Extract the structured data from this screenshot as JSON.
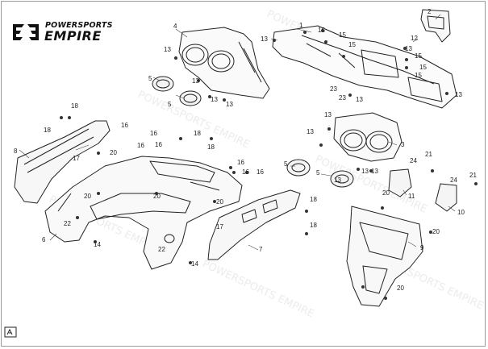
{
  "brand": {
    "top": "POWERSPORTS",
    "main": "EMPIRE"
  },
  "watermark": "POWERSPORTS EMPIRE",
  "callouts": [
    {
      "id": "c1",
      "text": "1"
    },
    {
      "id": "c2",
      "text": "2"
    },
    {
      "id": "c3",
      "text": "3"
    },
    {
      "id": "c4",
      "text": "4"
    },
    {
      "id": "c5a",
      "text": "5"
    },
    {
      "id": "c5b",
      "text": "5"
    },
    {
      "id": "c5c",
      "text": "5"
    },
    {
      "id": "c5d",
      "text": "5"
    },
    {
      "id": "c6",
      "text": "6"
    },
    {
      "id": "c7",
      "text": "7"
    },
    {
      "id": "c8",
      "text": "8"
    },
    {
      "id": "c9",
      "text": "9"
    },
    {
      "id": "c10",
      "text": "10"
    },
    {
      "id": "c11",
      "text": "11"
    },
    {
      "id": "c12",
      "text": "12"
    },
    {
      "id": "c13a",
      "text": "13"
    },
    {
      "id": "c13b",
      "text": "13"
    },
    {
      "id": "c13c",
      "text": "13"
    },
    {
      "id": "c13d",
      "text": "13"
    },
    {
      "id": "c13e",
      "text": "13"
    },
    {
      "id": "c13f",
      "text": "13"
    },
    {
      "id": "c13g",
      "text": "13"
    },
    {
      "id": "c13h",
      "text": "13"
    },
    {
      "id": "c13i",
      "text": "13"
    },
    {
      "id": "c13j",
      "text": "13"
    },
    {
      "id": "c13k",
      "text": "13"
    },
    {
      "id": "c13l",
      "text": "13"
    },
    {
      "id": "c13m",
      "text": "13"
    },
    {
      "id": "c14a",
      "text": "14"
    },
    {
      "id": "c14b",
      "text": "14"
    },
    {
      "id": "c15a",
      "text": "15"
    },
    {
      "id": "c15b",
      "text": "15"
    },
    {
      "id": "c15c",
      "text": "15"
    },
    {
      "id": "c15d",
      "text": "15"
    },
    {
      "id": "c15e",
      "text": "15"
    },
    {
      "id": "c15f",
      "text": "15"
    },
    {
      "id": "c16a",
      "text": "16"
    },
    {
      "id": "c16b",
      "text": "16"
    },
    {
      "id": "c16c",
      "text": "16"
    },
    {
      "id": "c16d",
      "text": "16"
    },
    {
      "id": "c16e",
      "text": "16"
    },
    {
      "id": "c16f",
      "text": "16"
    },
    {
      "id": "c16g",
      "text": "16"
    },
    {
      "id": "c17a",
      "text": "17"
    },
    {
      "id": "c17b",
      "text": "17"
    },
    {
      "id": "c18a",
      "text": "18"
    },
    {
      "id": "c18b",
      "text": "18"
    },
    {
      "id": "c18c",
      "text": "18"
    },
    {
      "id": "c18d",
      "text": "18"
    },
    {
      "id": "c18e",
      "text": "18"
    },
    {
      "id": "c18f",
      "text": "18"
    },
    {
      "id": "c20a",
      "text": "20"
    },
    {
      "id": "c20b",
      "text": "20"
    },
    {
      "id": "c20c",
      "text": "20"
    },
    {
      "id": "c20d",
      "text": "20"
    },
    {
      "id": "c20e",
      "text": "20"
    },
    {
      "id": "c20f",
      "text": "20"
    },
    {
      "id": "c20g",
      "text": "20"
    },
    {
      "id": "c21a",
      "text": "21"
    },
    {
      "id": "c21b",
      "text": "21"
    },
    {
      "id": "c22a",
      "text": "22"
    },
    {
      "id": "c22b",
      "text": "22"
    },
    {
      "id": "c23a",
      "text": "23"
    },
    {
      "id": "c23b",
      "text": "23"
    },
    {
      "id": "c24a",
      "text": "24"
    },
    {
      "id": "c24b",
      "text": "24"
    }
  ]
}
